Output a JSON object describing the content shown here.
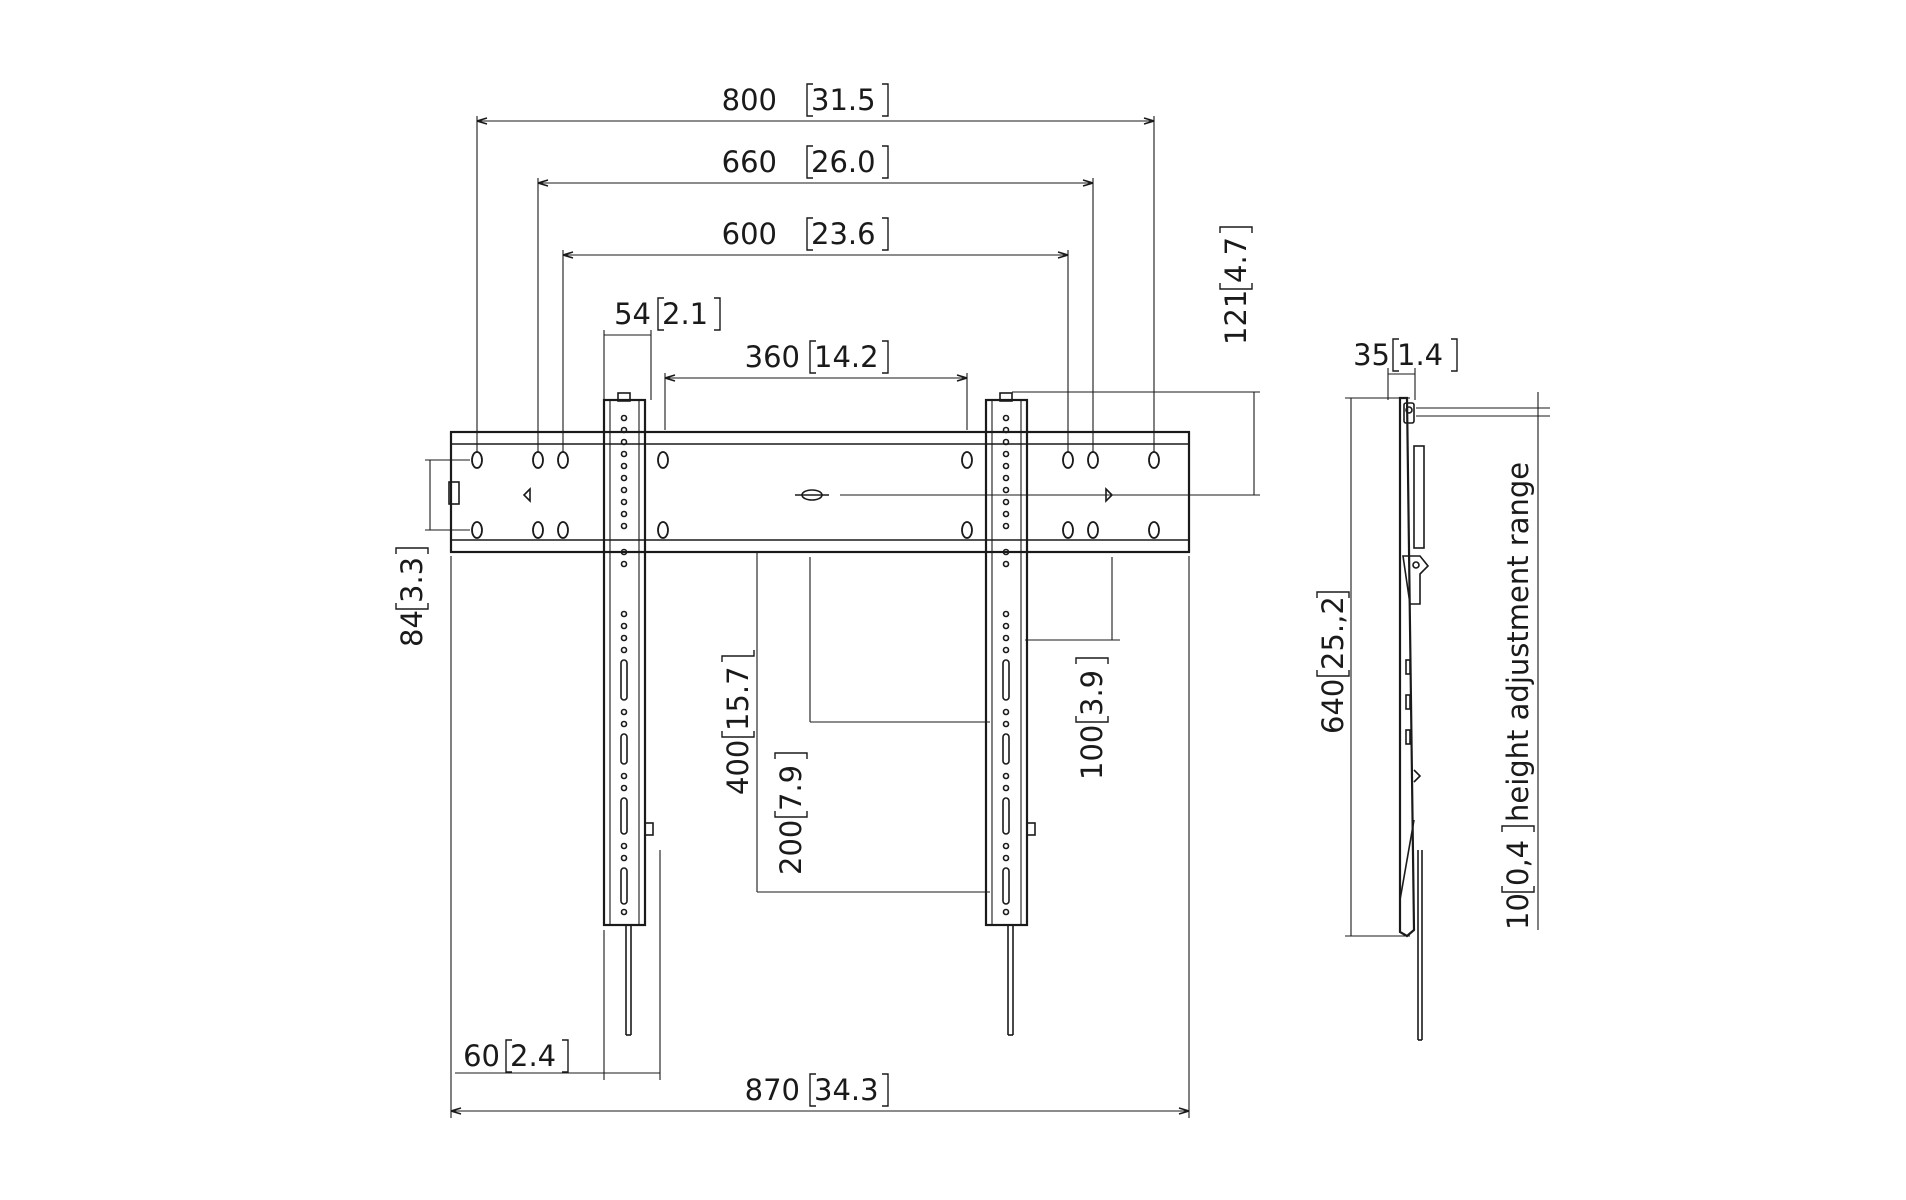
{
  "front_view": {
    "dim_overall_rail": {
      "value": "800",
      "imperial": "31.5"
    },
    "dim_hole_660": {
      "value": "660",
      "imperial": "26.0"
    },
    "dim_hole_600": {
      "value": "600",
      "imperial": "23.6"
    },
    "dim_arm_width": {
      "value": "54",
      "imperial": "2.1"
    },
    "dim_arm_spacing": {
      "value": "360",
      "imperial": "14.2"
    },
    "dim_top_offset": {
      "value": "121",
      "imperial": "4.7"
    },
    "dim_rail_height": {
      "value": "84",
      "imperial": "3.3"
    },
    "dim_vertical_400": {
      "value": "400",
      "imperial": "15.7"
    },
    "dim_vertical_200": {
      "value": "200",
      "imperial": "7.9"
    },
    "dim_vertical_100": {
      "value": "100",
      "imperial": "3.9"
    },
    "dim_arm_offset": {
      "value": "60",
      "imperial": "2.4"
    },
    "dim_total_width": {
      "value": "870",
      "imperial": "34.3"
    }
  },
  "side_view": {
    "dim_depth": {
      "value": "35",
      "imperial": "1.4"
    },
    "dim_height": {
      "value": "640",
      "imperial": "25.,2"
    },
    "dim_adjust": {
      "value": "10",
      "imperial": "0,4",
      "label": "height adjustment range"
    }
  },
  "colors": {
    "line": "#1a1a1a",
    "background": "#ffffff"
  }
}
